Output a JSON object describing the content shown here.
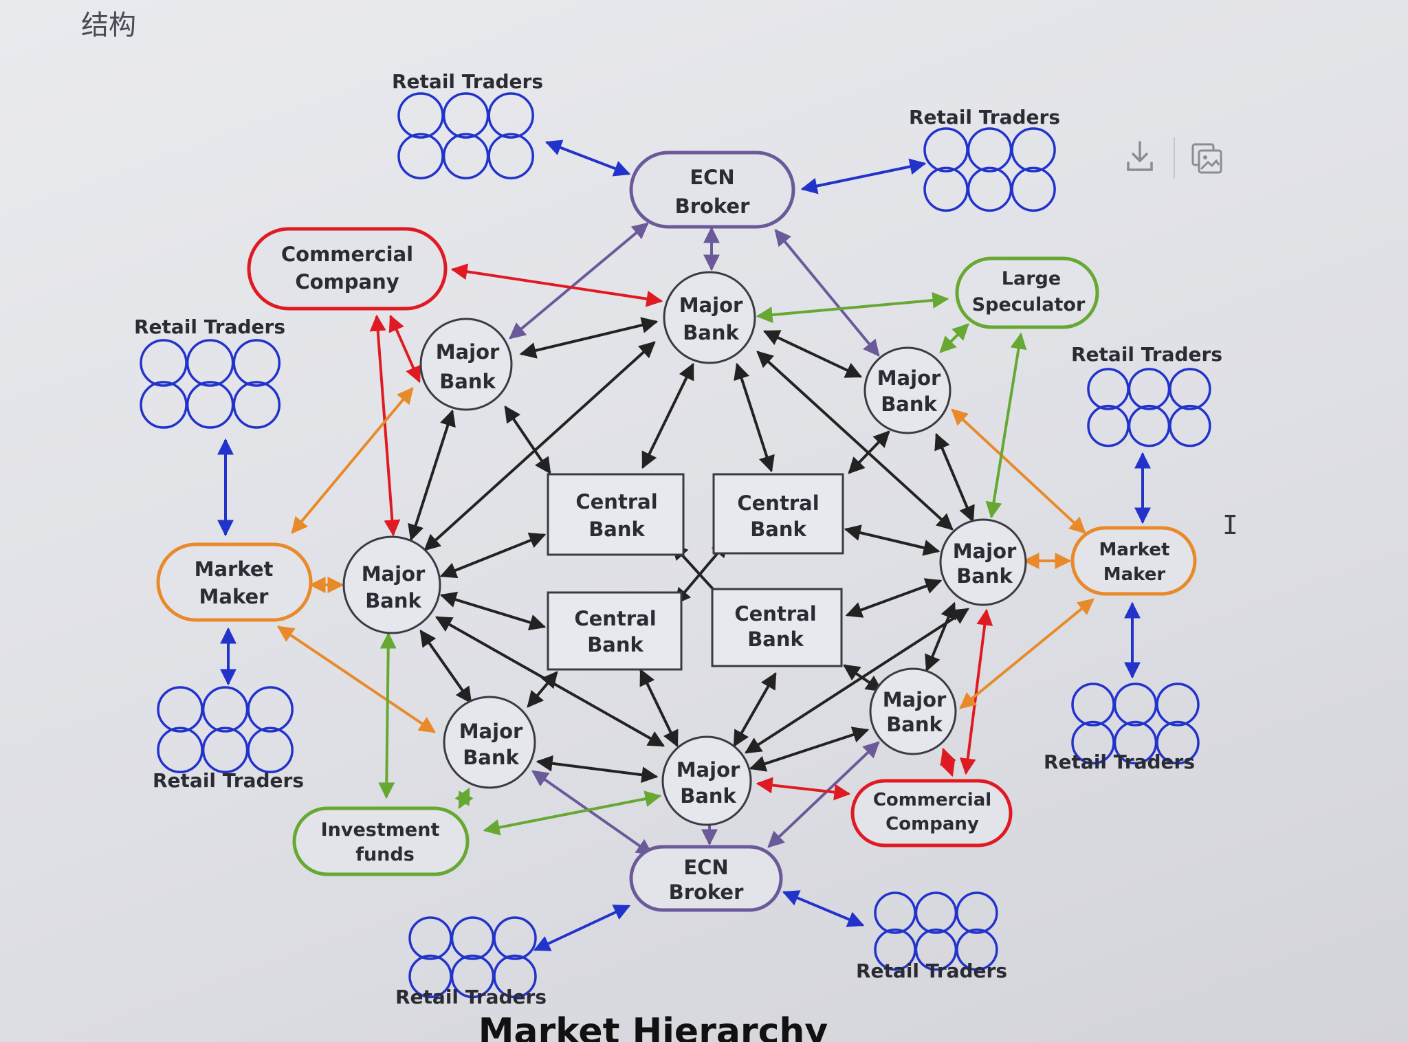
{
  "page": {
    "heading": "结构",
    "toolbar": {
      "download_icon": "download-icon",
      "image_icon": "image-icon"
    }
  },
  "diagram": {
    "title_partial": "Market Hierarchy",
    "labels": {
      "retail_traders": "Retail Traders",
      "ecn_broker": [
        "ECN",
        "Broker"
      ],
      "major_bank": [
        "Major",
        "Bank"
      ],
      "central_bank": [
        "Central",
        "Bank"
      ],
      "commercial_company": [
        "Commercial",
        "Company"
      ],
      "market_maker": [
        "Market",
        "Maker"
      ],
      "large_speculator": [
        "Large",
        "Speculator"
      ],
      "investment_funds": [
        "Investment",
        "funds"
      ]
    },
    "colors": {
      "retail": "#2233cc",
      "ecn": "#6a5a9a",
      "commercial": "#e01a22",
      "market_maker": "#e88a2a",
      "speculator": "#66a832",
      "investment": "#66a832",
      "bank": "#2b2b33"
    }
  }
}
